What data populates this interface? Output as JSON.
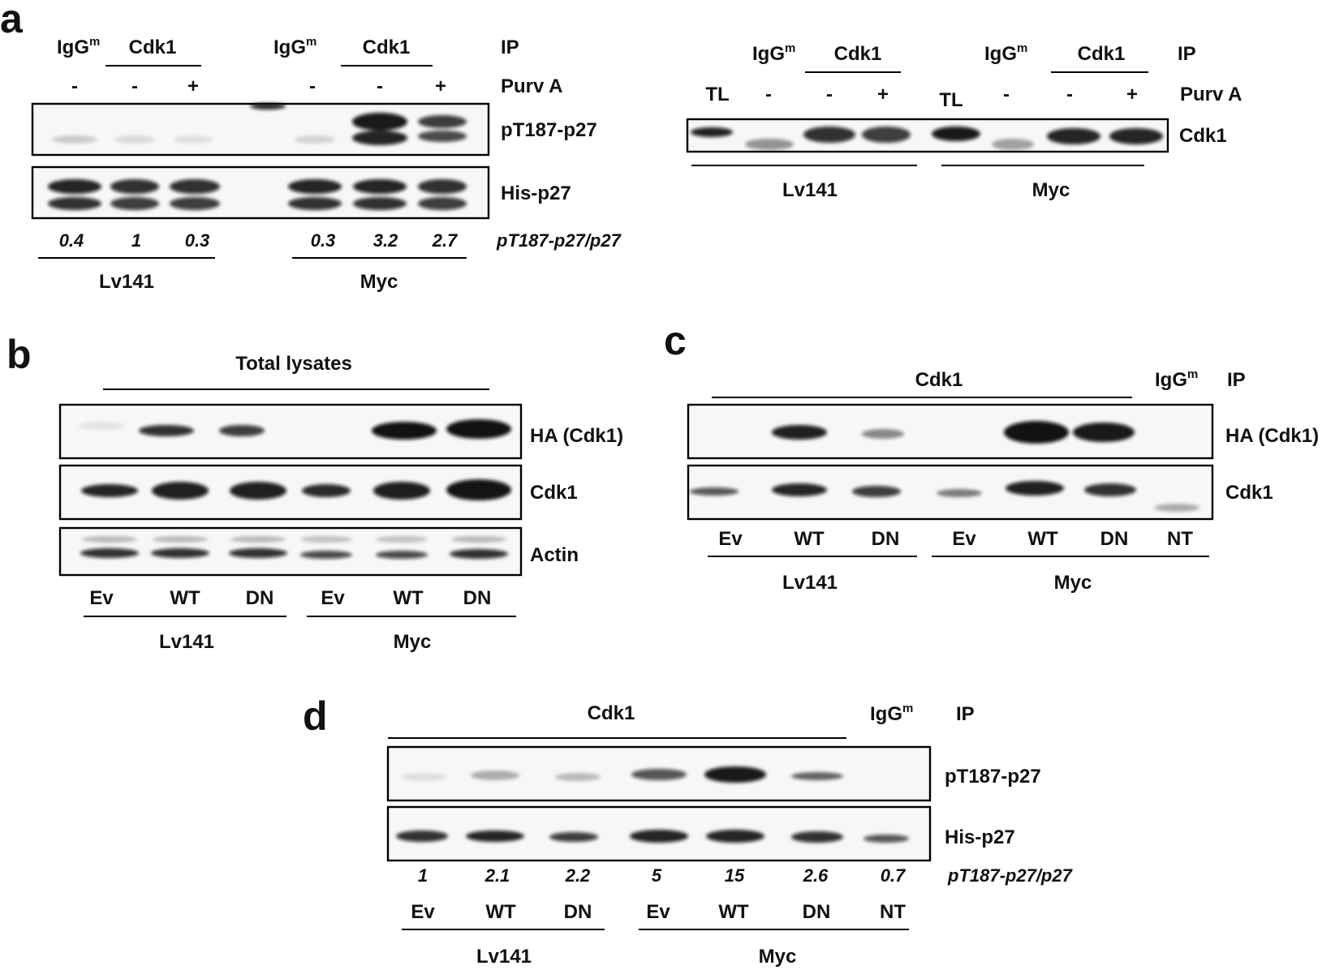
{
  "panels": {
    "a": "a",
    "b": "b",
    "c": "c",
    "d": "d"
  },
  "panel_a": {
    "left": {
      "ip_headers": [
        "IgG",
        "Cdk1",
        "IgG",
        "Cdk1"
      ],
      "igg_superscript": "m",
      "ip_label": "IP",
      "purv_signs": [
        "-",
        "-",
        "+",
        "-",
        "-",
        "+"
      ],
      "purv_label": "Purv A",
      "blot_labels": [
        "pT187-p27",
        "His-p27"
      ],
      "ratios": [
        "0.4",
        "1",
        "0.3",
        "0.3",
        "3.2",
        "2.7"
      ],
      "ratio_label": "pT187-p27/p27",
      "groups": [
        "Lv141",
        "Myc"
      ]
    },
    "right": {
      "ip_headers": [
        "IgG",
        "Cdk1",
        "IgG",
        "Cdk1"
      ],
      "ip_label": "IP",
      "tl": [
        "TL",
        "TL"
      ],
      "purv_signs": [
        "-",
        "-",
        "+",
        "-",
        "-",
        "+"
      ],
      "purv_label": "Purv A",
      "blot_label": "Cdk1",
      "groups": [
        "Lv141",
        "Myc"
      ]
    }
  },
  "panel_b": {
    "header": "Total lysates",
    "blot_labels": [
      "HA (Cdk1)",
      "Cdk1",
      "Actin"
    ],
    "lanes": [
      "Ev",
      "WT",
      "DN",
      "Ev",
      "WT",
      "DN"
    ],
    "groups": [
      "Lv141",
      "Myc"
    ]
  },
  "panel_c": {
    "ip_headers": [
      "Cdk1",
      "IgG"
    ],
    "ip_label": "IP",
    "blot_labels": [
      "HA (Cdk1)",
      "Cdk1"
    ],
    "lanes": [
      "Ev",
      "WT",
      "DN",
      "Ev",
      "WT",
      "DN",
      "NT"
    ],
    "groups": [
      "Lv141",
      "Myc"
    ]
  },
  "panel_d": {
    "ip_headers": [
      "Cdk1",
      "IgG"
    ],
    "ip_label": "IP",
    "blot_labels": [
      "pT187-p27",
      "His-p27"
    ],
    "ratios": [
      "1",
      "2.1",
      "2.2",
      "5",
      "15",
      "2.6",
      "0.7"
    ],
    "ratio_label": "pT187-p27/p27",
    "lanes": [
      "Ev",
      "WT",
      "DN",
      "Ev",
      "WT",
      "DN",
      "NT"
    ],
    "groups": [
      "Lv141",
      "Myc"
    ]
  }
}
